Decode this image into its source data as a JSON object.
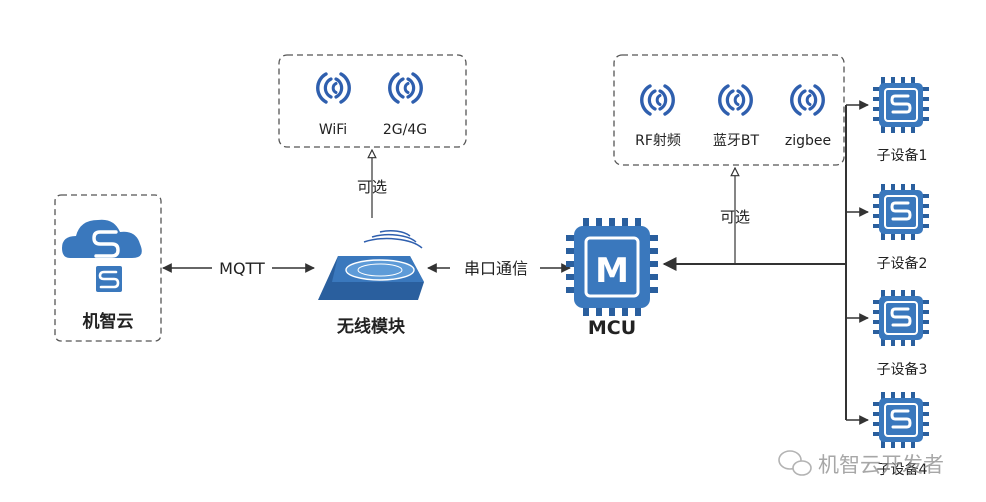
{
  "colors": {
    "chip_blue": "#3a78bd",
    "chip_dark": "#2a5f9e",
    "wave_blue": "#2f5fae",
    "line": "#333333",
    "dash": "#555555"
  },
  "cloud": {
    "label": "机智云",
    "icon": "cloud-logo-icon"
  },
  "link_mqtt": {
    "label": "MQTT"
  },
  "wifi_module": {
    "label": "无线模块",
    "icon": "router-icon"
  },
  "network_options": {
    "optional_label": "可选",
    "items": [
      {
        "label": "WiFi",
        "icon": "wireless-signal-icon"
      },
      {
        "label": "2G/4G",
        "icon": "wireless-signal-icon"
      }
    ]
  },
  "link_serial": {
    "label": "串口通信"
  },
  "mcu": {
    "label": "MCU",
    "chip_letter": "M",
    "icon": "mcu-chip-icon"
  },
  "radio_options": {
    "optional_label": "可选",
    "items": [
      {
        "label": "RF射频",
        "icon": "wireless-signal-icon"
      },
      {
        "label": "蓝牙BT",
        "icon": "wireless-signal-icon"
      },
      {
        "label": "zigbee",
        "icon": "wireless-signal-icon"
      }
    ]
  },
  "sub_devices": [
    {
      "label": "子设备1"
    },
    {
      "label": "子设备2"
    },
    {
      "label": "子设备3"
    },
    {
      "label": "子设备4"
    }
  ],
  "watermark": {
    "label": "机智云开发者",
    "icon": "wechat-icon"
  }
}
